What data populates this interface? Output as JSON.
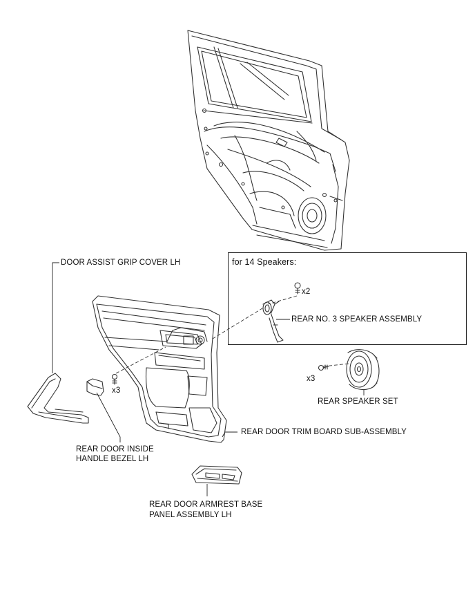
{
  "labels": {
    "door_assist_grip_cover": "DOOR ASSIST GRIP COVER LH",
    "box_title": "for 14 Speakers:",
    "qty_x2": "x2",
    "rear_no3_speaker": "REAR NO. 3 SPEAKER ASSEMBLY",
    "qty_x3_speaker": "x3",
    "rear_speaker_set": "REAR SPEAKER SET",
    "qty_x3_trim": "x3",
    "rear_door_trim_board": "REAR DOOR TRIM BOARD SUB-ASSEMBLY",
    "inside_handle_bezel_line1": "REAR DOOR INSIDE",
    "inside_handle_bezel_line2": "HANDLE BEZEL LH",
    "armrest_base_line1": "REAR DOOR ARMREST BASE",
    "armrest_base_line2": "PANEL ASSEMBLY LH"
  }
}
